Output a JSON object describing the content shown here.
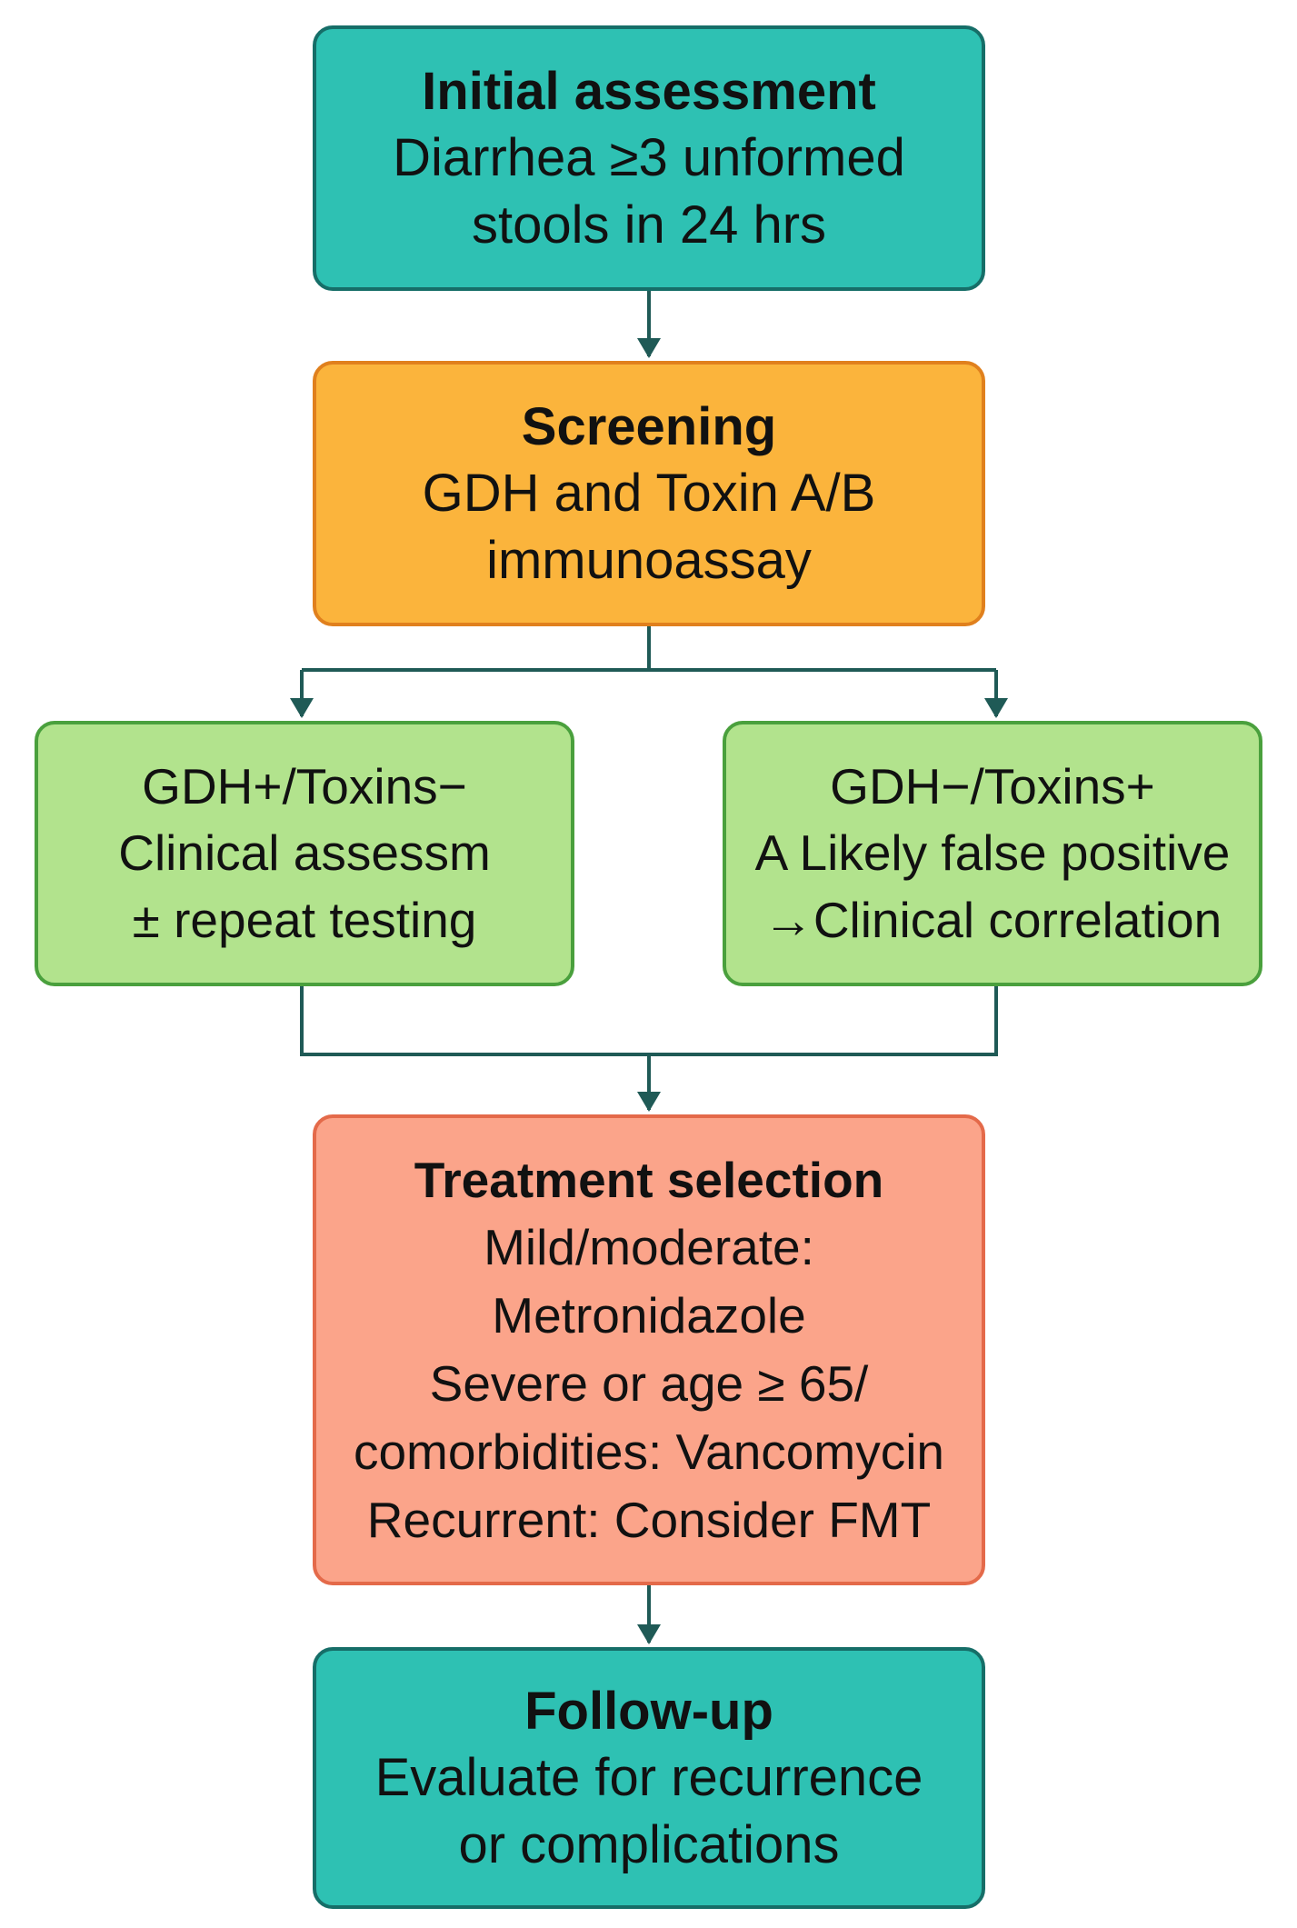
{
  "colors": {
    "teal": "#2ec1b3",
    "orange": "#fbb43c",
    "green": "#b2e38d",
    "salmon": "#fba48a",
    "connector": "#1f5a56"
  },
  "nodes": {
    "initial": {
      "title": "Initial assessment",
      "lines": [
        "Diarrhea ≥3 unformed",
        "stools in 24 hrs"
      ]
    },
    "screening": {
      "title": "Screening",
      "lines": [
        "GDH and Toxin A/B",
        "immunoassay"
      ]
    },
    "gdh_pos": {
      "title": "GDH+/Toxins−",
      "lines": [
        "Clinical assessm",
        "± repeat testing"
      ]
    },
    "gdh_neg": {
      "title": "GDH−/Toxins+",
      "lines": [
        "A Likely false positive",
        "→Clinical correlation"
      ]
    },
    "treatment": {
      "title": "Treatment selection",
      "lines": [
        "Mild/moderate:",
        "Metronidazole",
        "Severe or age ≥ 65/",
        "comorbidities: Vancomycin",
        "Recurrent: Consider FMT"
      ]
    },
    "followup": {
      "title": "Follow-up",
      "lines": [
        "Evaluate for recurrence",
        "or complications"
      ]
    }
  }
}
